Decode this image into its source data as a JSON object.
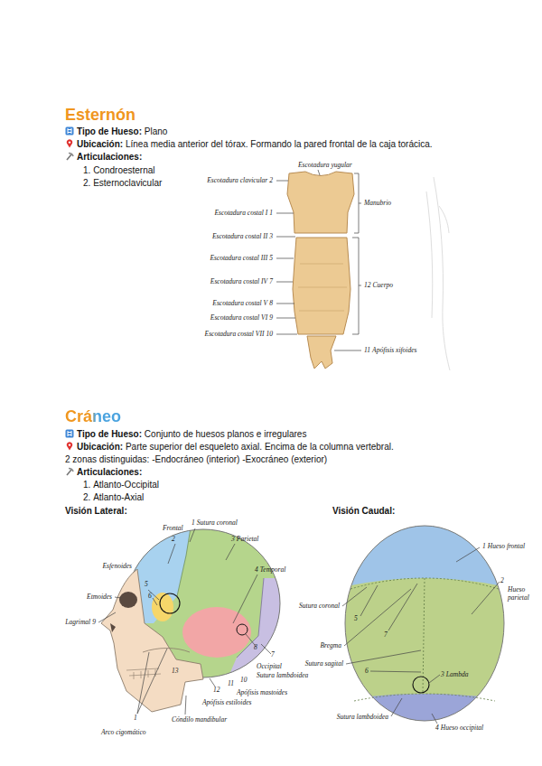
{
  "diagram": {
    "labels": [
      "Esternón",
      "Tipo de Hueso:",
      "Plano",
      "Ubicación:",
      "Línea media anterior del tórax. Formando la pared frontal de la caja torácica.",
      "Articulaciones:",
      "1.",
      "Condroesternal",
      "2.",
      "Esternoclavicular",
      "Cráneo",
      "Tipo de Hueso:",
      "Conjunto de huesos planos e irregulares",
      "Ubicación:",
      "Parte superior del esqueleto axial. Encima de la columna vertebral.",
      "2 zonas distinguidas: -Endocráneo (interior) -Exocráneo (exterior)",
      "Articulaciones:",
      "1.",
      "Atlanto-Occipital",
      "2.",
      "Atlanto-Axial",
      "Visión Lateral:",
      "Visión Caudal:",
      "Escotadura yugular",
      "Escotadura clavicular",
      "2",
      "Escotadura costal I",
      "1",
      "Escotadura costal II",
      "3",
      "Escotadura costal III",
      "5",
      "Escotadura costal IV",
      "7",
      "Escotadura costal V",
      "8",
      "Escotadura costal VI",
      "9",
      "Escotadura costal VII",
      "10",
      "Manubrio",
      "12",
      "Cuerpo",
      "11",
      "Apófisis xifoides",
      "Frontal",
      "2",
      "1",
      "Sutura coronal",
      "3",
      "Parietal",
      "4",
      "Temporal",
      "Esfenoides",
      "5",
      "Etmoides",
      "6",
      "Lagrimal",
      "9",
      "8",
      "7",
      "Occipital",
      "Sutura lambdoidea",
      "11",
      "10",
      "Apófisis mastoides",
      "12",
      "Apófisis estiloides",
      "13",
      "Cóndilo mandibular",
      "1",
      "Arco cigomático",
      "1",
      "Hueso frontal",
      "2",
      "Hueso parietal",
      "Sutura coronal",
      "5",
      "7",
      "Bregma",
      "Sutura sagital",
      "6",
      "3",
      "Lambda",
      "4",
      "Hueso occipital",
      "Sutura lambdoidea"
    ]
  }
}
